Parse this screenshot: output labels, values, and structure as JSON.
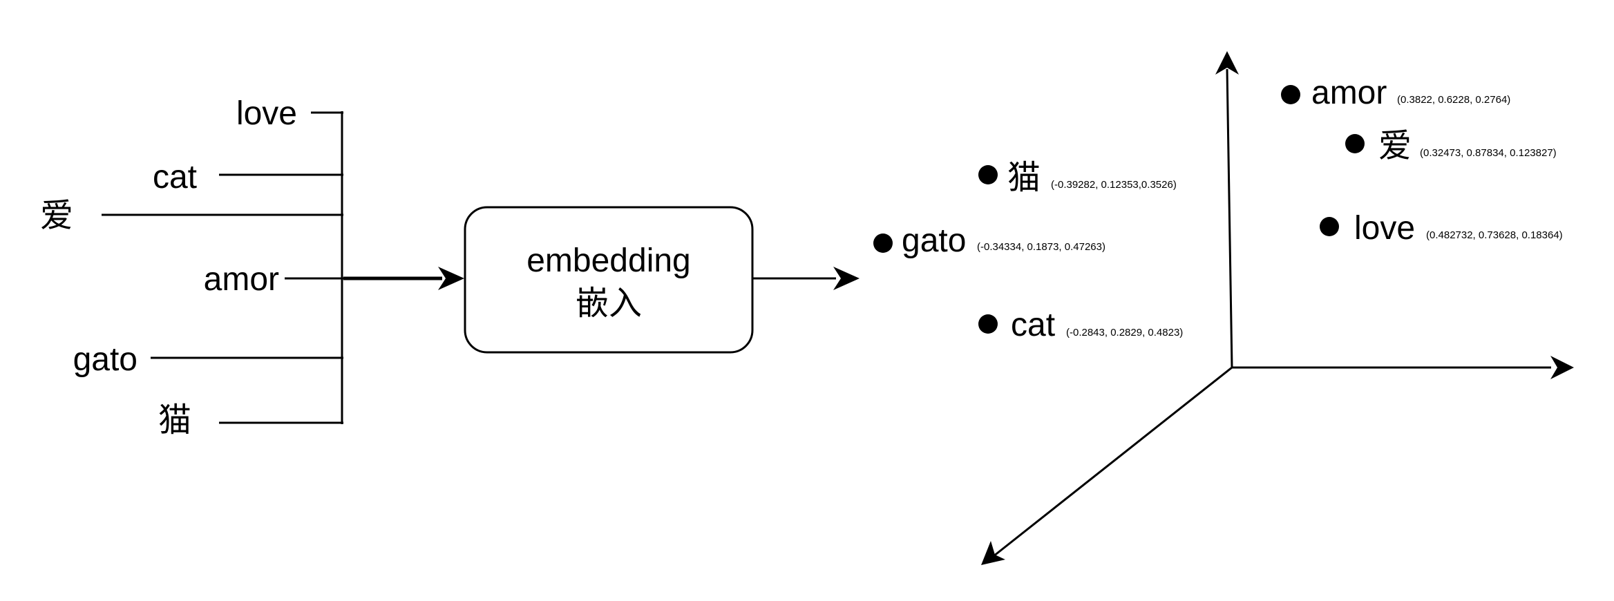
{
  "inputs": {
    "love": "love",
    "cat": "cat",
    "ai": "爱",
    "amor": "amor",
    "gato": "gato",
    "mao": "猫"
  },
  "embedding_box": {
    "line1": "embedding",
    "line2": "嵌入"
  },
  "vectors": {
    "mao": {
      "word": "猫",
      "coords": "(-0.39282, 0.12353,0.3526)"
    },
    "gato": {
      "word": "gato",
      "coords": "(-0.34334, 0.1873, 0.47263)"
    },
    "cat": {
      "word": "cat",
      "coords": "(-0.2843, 0.2829, 0.4823)"
    },
    "amor": {
      "word": "amor",
      "coords": "(0.3822, 0.6228, 0.2764)"
    },
    "ai": {
      "word": "爱",
      "coords": "(0.32473, 0.87834, 0.123827)"
    },
    "love": {
      "word": "love",
      "coords": "(0.482732, 0.73628, 0.18364)"
    }
  },
  "colors": {
    "ink": "#000000",
    "background": "#ffffff"
  }
}
